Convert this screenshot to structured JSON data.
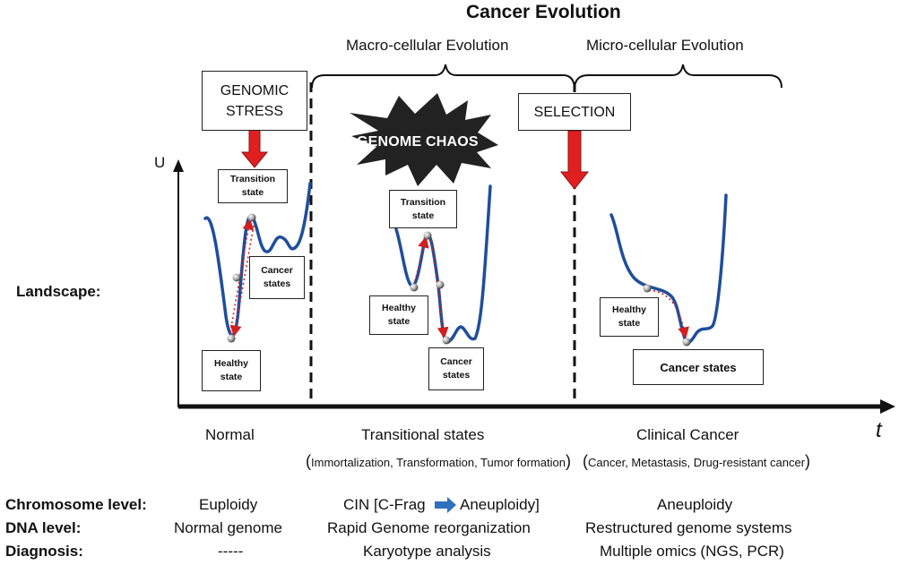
{
  "title": "Cancer Evolution",
  "phases": {
    "macro": "Macro-cellular Evolution",
    "micro": "Micro-cellular Evolution"
  },
  "stress_boxes": {
    "genomic_stress": "GENOMIC\nSTRESS",
    "selection": "SELECTION"
  },
  "genome_chaos": "GENOME CHAOS",
  "axes": {
    "y_label": "U",
    "x_label": "t"
  },
  "landscape_label": "Landscape:",
  "panel_normal": {
    "transition": "Transition\nstate",
    "cancer": "Cancer\nstates",
    "healthy": "Healthy\nstate"
  },
  "panel_transitional": {
    "transition": "Transition\nstate",
    "healthy": "Healthy\nstate",
    "cancer": "Cancer\nstates"
  },
  "panel_clinical": {
    "healthy": "Healthy\nstate",
    "cancer": "Cancer states"
  },
  "stages": {
    "normal": "Normal",
    "transitional": "Transitional states",
    "transitional_sub": "Immortalization, Transformation, Tumor formation",
    "clinical": "Clinical Cancer",
    "clinical_sub": "Cancer, Metastasis, Drug-resistant cancer"
  },
  "table": {
    "rows": [
      {
        "label": "Chromosome level:",
        "normal": "Euploidy",
        "transitional_pre": "CIN [C-Frag",
        "transitional_post": "Aneuploidy]",
        "clinical": "Aneuploidy"
      },
      {
        "label": "DNA level:",
        "normal": "Normal genome",
        "transitional": "Rapid Genome reorganization",
        "clinical": "Restructured genome systems"
      },
      {
        "label": "Diagnosis:",
        "normal": "-----",
        "transitional": "Karyotype analysis",
        "clinical": "Multiple omics (NGS, PCR)"
      }
    ]
  },
  "colors": {
    "curve": "#1f4e9c",
    "arrow_red": "#e02020",
    "arrow_blue": "#2f6fc0",
    "dotted": "#d02020"
  }
}
